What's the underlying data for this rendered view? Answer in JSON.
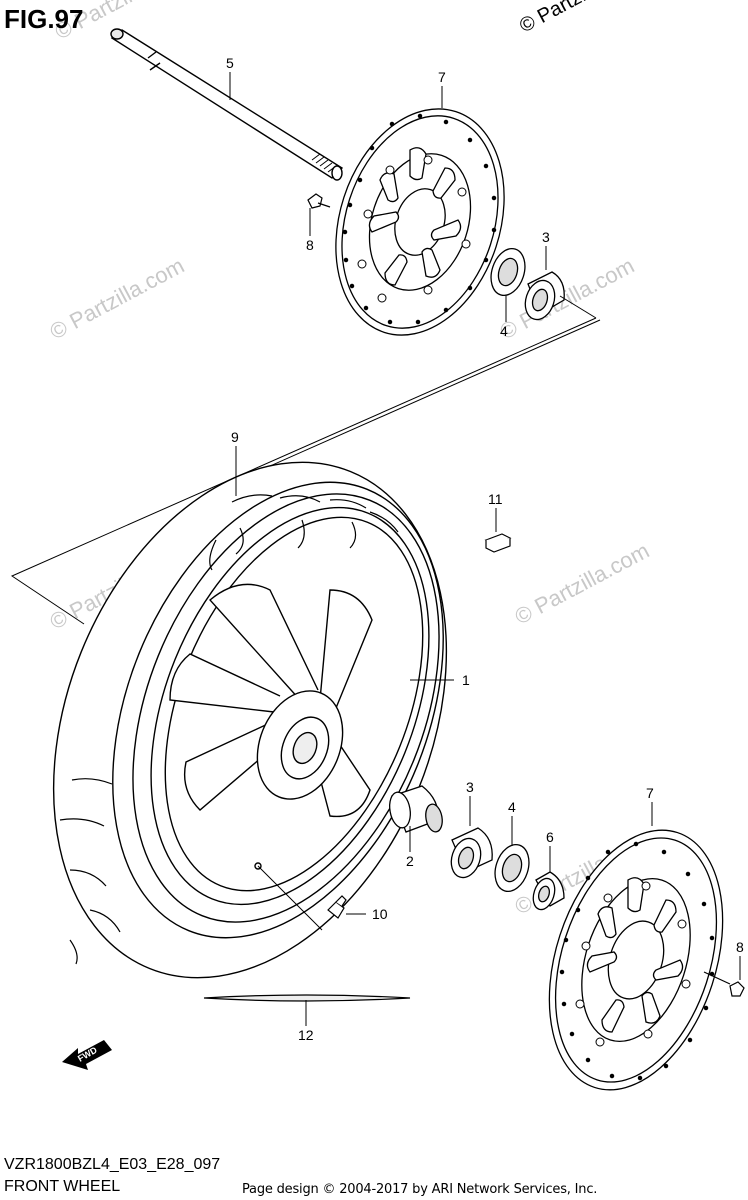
{
  "header": {
    "figure_title": "FIG.97",
    "copyright": "© Partzilla"
  },
  "footer": {
    "model_code": "VZR1800BZL4_E03_E28_097",
    "diagram_name": "FRONT WHEEL",
    "credit": "Page design © 2004-2017 by ARI Network Services, Inc."
  },
  "watermark_text": "© Partzilla.com",
  "fwd_badge": "FWD",
  "callouts": [
    {
      "id": "c5",
      "label": "5"
    },
    {
      "id": "c7a",
      "label": "7"
    },
    {
      "id": "c8a",
      "label": "8"
    },
    {
      "id": "c3a",
      "label": "3"
    },
    {
      "id": "c4a",
      "label": "4"
    },
    {
      "id": "c9",
      "label": "9"
    },
    {
      "id": "c11",
      "label": "11"
    },
    {
      "id": "c1",
      "label": "1"
    },
    {
      "id": "c3b",
      "label": "3"
    },
    {
      "id": "c7b",
      "label": "7"
    },
    {
      "id": "c4b",
      "label": "4"
    },
    {
      "id": "c2",
      "label": "2"
    },
    {
      "id": "c6",
      "label": "6"
    },
    {
      "id": "c8b",
      "label": "8"
    },
    {
      "id": "c10",
      "label": "10"
    },
    {
      "id": "c12",
      "label": "12"
    }
  ]
}
